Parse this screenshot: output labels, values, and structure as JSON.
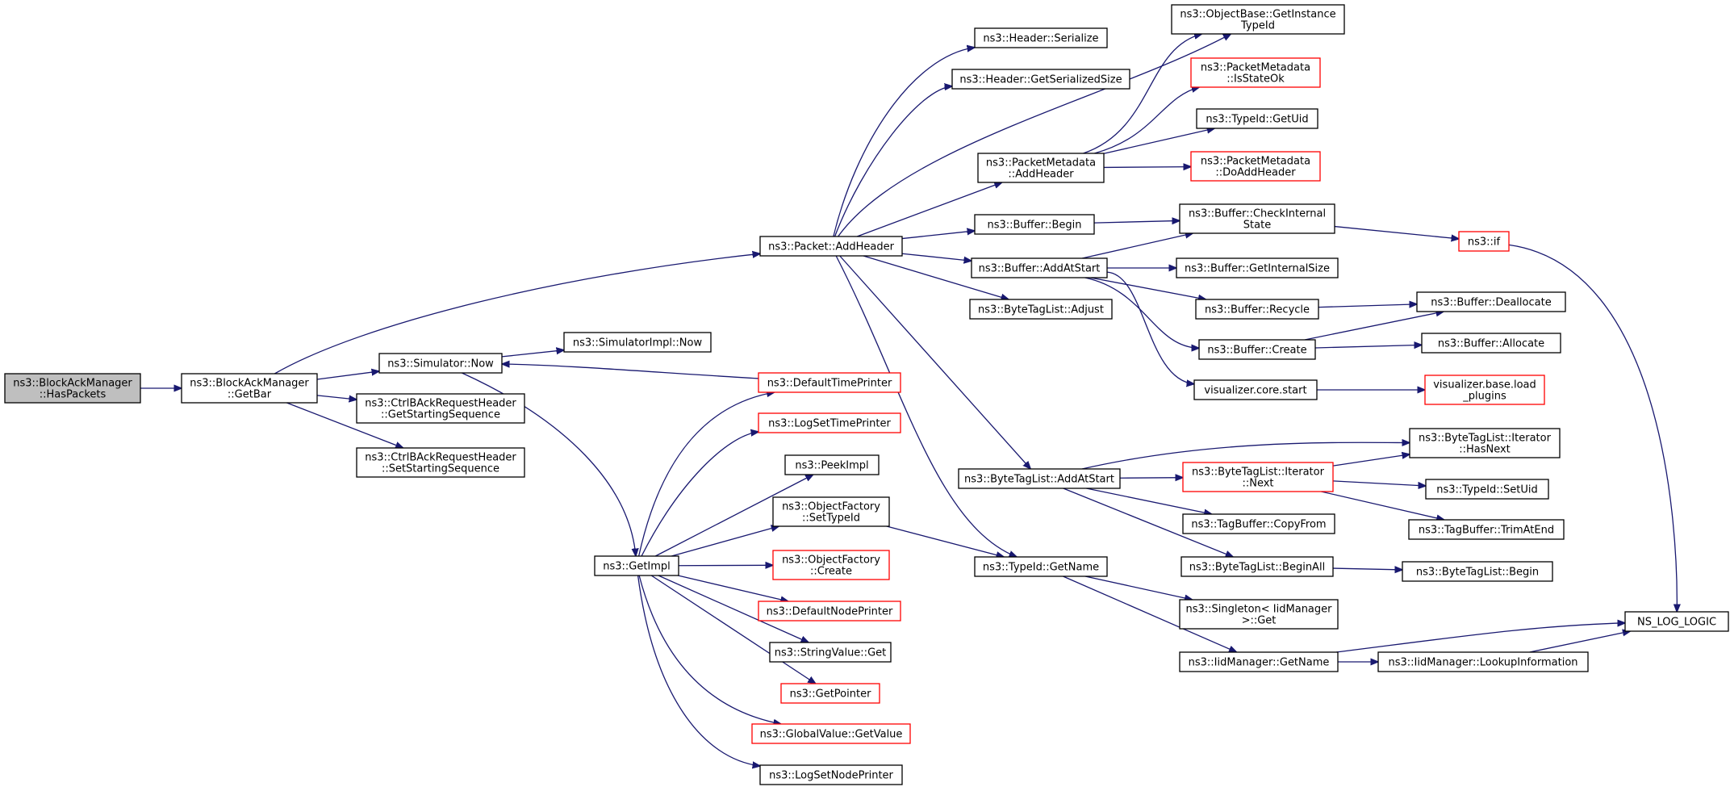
{
  "diagram": {
    "kind": "doxygen-call-graph",
    "colors": {
      "edge": "#191970",
      "border": "#000000",
      "partial_border": "#ff0000",
      "root_fill": "#bfbfbf",
      "node_fill": "#ffffff"
    },
    "nodes": [
      {
        "id": "hasPackets",
        "lines": [
          "ns3::BlockAckManager",
          "::HasPackets"
        ],
        "style": "root"
      },
      {
        "id": "getBar",
        "lines": [
          "ns3::BlockAckManager",
          "::GetBar"
        ],
        "style": "normal"
      },
      {
        "id": "simNow",
        "lines": [
          "ns3::Simulator::Now"
        ],
        "style": "normal"
      },
      {
        "id": "ctrlGet",
        "lines": [
          "ns3::CtrlBAckRequestHeader",
          "::GetStartingSequence"
        ],
        "style": "normal"
      },
      {
        "id": "ctrlSet",
        "lines": [
          "ns3::CtrlBAckRequestHeader",
          "::SetStartingSequence"
        ],
        "style": "normal"
      },
      {
        "id": "simImplNow",
        "lines": [
          "ns3::SimulatorImpl::Now"
        ],
        "style": "normal"
      },
      {
        "id": "packetAddHeader",
        "lines": [
          "ns3::Packet::AddHeader"
        ],
        "style": "normal"
      },
      {
        "id": "getImpl",
        "lines": [
          "ns3::GetImpl"
        ],
        "style": "normal"
      },
      {
        "id": "defTimePrinter",
        "lines": [
          "ns3::DefaultTimePrinter"
        ],
        "style": "partial"
      },
      {
        "id": "logSetTime",
        "lines": [
          "ns3::LogSetTimePrinter"
        ],
        "style": "partial"
      },
      {
        "id": "peekImpl",
        "lines": [
          "ns3::PeekImpl"
        ],
        "style": "normal"
      },
      {
        "id": "ofSetTypeId",
        "lines": [
          "ns3::ObjectFactory",
          "::SetTypeId"
        ],
        "style": "normal"
      },
      {
        "id": "ofCreate",
        "lines": [
          "ns3::ObjectFactory",
          "::Create"
        ],
        "style": "partial"
      },
      {
        "id": "defNodePrinter",
        "lines": [
          "ns3::DefaultNodePrinter"
        ],
        "style": "partial"
      },
      {
        "id": "stringValueGet",
        "lines": [
          "ns3::StringValue::Get"
        ],
        "style": "normal"
      },
      {
        "id": "getPointer",
        "lines": [
          "ns3::GetPointer"
        ],
        "style": "partial"
      },
      {
        "id": "globalValue",
        "lines": [
          "ns3::GlobalValue::GetValue"
        ],
        "style": "partial"
      },
      {
        "id": "logSetNode",
        "lines": [
          "ns3::LogSetNodePrinter"
        ],
        "style": "normal"
      },
      {
        "id": "headerSerialize",
        "lines": [
          "ns3::Header::Serialize"
        ],
        "style": "normal"
      },
      {
        "id": "headerGetSize",
        "lines": [
          "ns3::Header::GetSerializedSize"
        ],
        "style": "normal"
      },
      {
        "id": "pmAddHeader",
        "lines": [
          "ns3::PacketMetadata",
          "::AddHeader"
        ],
        "style": "normal"
      },
      {
        "id": "bufferBegin",
        "lines": [
          "ns3::Buffer::Begin"
        ],
        "style": "normal"
      },
      {
        "id": "bufferAddAtStart",
        "lines": [
          "ns3::Buffer::AddAtStart"
        ],
        "style": "normal"
      },
      {
        "id": "btlAdjust",
        "lines": [
          "ns3::ByteTagList::Adjust"
        ],
        "style": "normal"
      },
      {
        "id": "btlAddAtStart",
        "lines": [
          "ns3::ByteTagList::AddAtStart"
        ],
        "style": "normal"
      },
      {
        "id": "typeIdGetName",
        "lines": [
          "ns3::TypeId::GetName"
        ],
        "style": "normal"
      },
      {
        "id": "objBaseGetInst",
        "lines": [
          "ns3::ObjectBase::GetInstance",
          "TypeId"
        ],
        "style": "normal"
      },
      {
        "id": "pmIsStateOk",
        "lines": [
          "ns3::PacketMetadata",
          "::IsStateOk"
        ],
        "style": "partial"
      },
      {
        "id": "typeIdGetUid",
        "lines": [
          "ns3::TypeId::GetUid"
        ],
        "style": "normal"
      },
      {
        "id": "pmDoAddHeader",
        "lines": [
          "ns3::PacketMetadata",
          "::DoAddHeader"
        ],
        "style": "partial"
      },
      {
        "id": "bufCheckInternal",
        "lines": [
          "ns3::Buffer::CheckInternal",
          "State"
        ],
        "style": "normal"
      },
      {
        "id": "bufGetInternalSize",
        "lines": [
          "ns3::Buffer::GetInternalSize"
        ],
        "style": "normal"
      },
      {
        "id": "bufRecycle",
        "lines": [
          "ns3::Buffer::Recycle"
        ],
        "style": "normal"
      },
      {
        "id": "bufCreate",
        "lines": [
          "ns3::Buffer::Create"
        ],
        "style": "normal"
      },
      {
        "id": "vizStart",
        "lines": [
          "visualizer.core.start"
        ],
        "style": "normal"
      },
      {
        "id": "btlIterNext",
        "lines": [
          "ns3::ByteTagList::Iterator",
          "::Next"
        ],
        "style": "partial"
      },
      {
        "id": "tagBufCopyFrom",
        "lines": [
          "ns3::TagBuffer::CopyFrom"
        ],
        "style": "normal"
      },
      {
        "id": "btlBeginAll",
        "lines": [
          "ns3::ByteTagList::BeginAll"
        ],
        "style": "normal"
      },
      {
        "id": "singletonGet",
        "lines": [
          "ns3::Singleton< IidManager",
          "  >::Get"
        ],
        "style": "normal"
      },
      {
        "id": "iidGetName",
        "lines": [
          "ns3::IidManager::GetName"
        ],
        "style": "normal"
      },
      {
        "id": "ns3if",
        "lines": [
          "ns3::if"
        ],
        "style": "partial"
      },
      {
        "id": "bufDeallocate",
        "lines": [
          "ns3::Buffer::Deallocate"
        ],
        "style": "normal"
      },
      {
        "id": "bufAllocate",
        "lines": [
          "ns3::Buffer::Allocate"
        ],
        "style": "normal"
      },
      {
        "id": "vizLoadPlugins",
        "lines": [
          "visualizer.base.load",
          "_plugins"
        ],
        "style": "partial"
      },
      {
        "id": "btlIterHasNext",
        "lines": [
          "ns3::ByteTagList::Iterator",
          "::HasNext"
        ],
        "style": "normal"
      },
      {
        "id": "typeIdSetUid",
        "lines": [
          "ns3::TypeId::SetUid"
        ],
        "style": "normal"
      },
      {
        "id": "tagBufTrim",
        "lines": [
          "ns3::TagBuffer::TrimAtEnd"
        ],
        "style": "normal"
      },
      {
        "id": "btlBegin",
        "lines": [
          "ns3::ByteTagList::Begin"
        ],
        "style": "normal"
      },
      {
        "id": "nsLogLogic",
        "lines": [
          "NS_LOG_LOGIC"
        ],
        "style": "normal"
      },
      {
        "id": "iidLookup",
        "lines": [
          "ns3::IidManager::LookupInformation"
        ],
        "style": "normal"
      }
    ]
  }
}
